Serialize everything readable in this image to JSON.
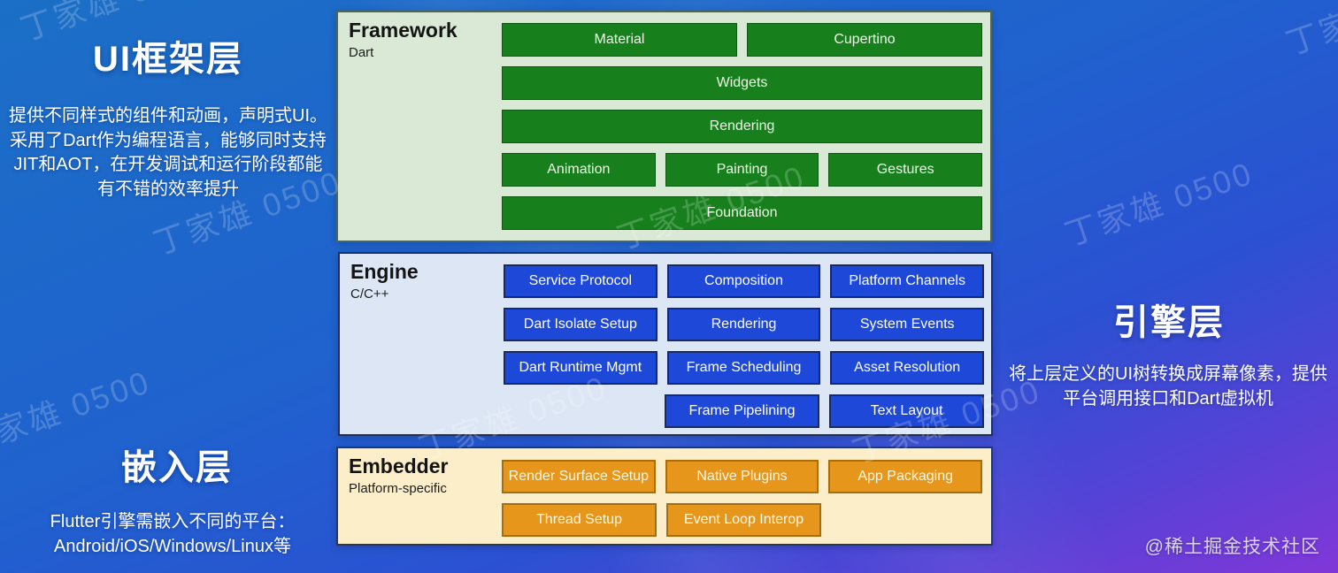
{
  "annotations": {
    "ui_layer": {
      "title": "UI框架层",
      "desc_lines": [
        "提供不同样式的组件和动画，声明式UI。",
        "采用了Dart作为编程语言，能够同时支持",
        "JIT和AOT，在开发调试和运行阶段都能",
        "有不错的效率提升"
      ]
    },
    "engine_layer": {
      "title": "引擎层",
      "desc_lines": [
        "将上层定义的UI树转换成屏幕像素，提供",
        "平台调用接口和Dart虚拟机"
      ]
    },
    "embedder_layer": {
      "title": "嵌入层",
      "desc_lines": [
        "Flutter引擎需嵌入不同的平台：",
        "Android/iOS/Windows/Linux等"
      ]
    }
  },
  "layers": [
    {
      "title": "Framework",
      "subtitle": "Dart",
      "rows": [
        [
          "Material",
          "Cupertino"
        ],
        [
          "Widgets"
        ],
        [
          "Rendering"
        ],
        [
          "Animation",
          "Painting",
          "Gestures"
        ],
        [
          "Foundation"
        ]
      ]
    },
    {
      "title": "Engine",
      "subtitle": "C/C++",
      "rows": [
        [
          "Service Protocol",
          "Composition",
          "Platform Channels"
        ],
        [
          "Dart Isolate Setup",
          "Rendering",
          "System Events"
        ],
        [
          "Dart Runtime Mgmt",
          "Frame Scheduling",
          "Asset Resolution"
        ],
        [
          "Frame Pipelining",
          "Text Layout"
        ]
      ]
    },
    {
      "title": "Embedder",
      "subtitle": "Platform-specific",
      "rows": [
        [
          "Render Surface Setup",
          "Native Plugins",
          "App Packaging"
        ],
        [
          "Thread Setup",
          "Event Loop Interop"
        ]
      ]
    }
  ],
  "watermark": {
    "text": "丁家雄 0500"
  },
  "credit": "@稀土掘金技术社区",
  "colors": {
    "framework_box": "#17801d",
    "framework_panel": "#d9e9d5",
    "engine_box": "#1e49d8",
    "engine_panel": "#dce6f5",
    "embedder_box": "#e6971b",
    "embedder_panel": "#fbeec9",
    "background_top_left": "#1b6fc6",
    "background_bottom_right": "#8137d8"
  }
}
